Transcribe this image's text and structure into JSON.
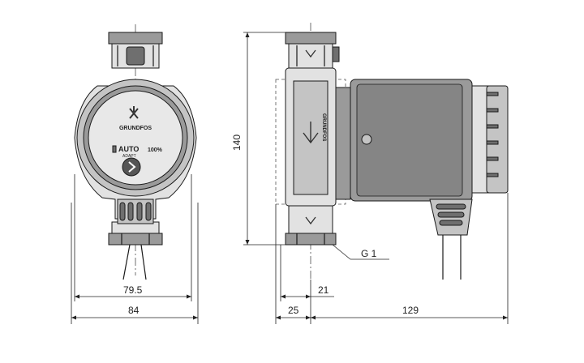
{
  "front_view": {
    "brand": "GRUNDFOS",
    "mode_label": "AUTO",
    "mode_sublabel": "ADAPT",
    "percent_label": "100%"
  },
  "side_view": {
    "brand": "GRUNDFOS",
    "thread_label": "G 1"
  },
  "dimensions": {
    "front_inner_width": "79.5",
    "front_total_width": "84",
    "height": "140",
    "port_offset": "21",
    "port_to_center": "25",
    "motor_length": "129"
  }
}
